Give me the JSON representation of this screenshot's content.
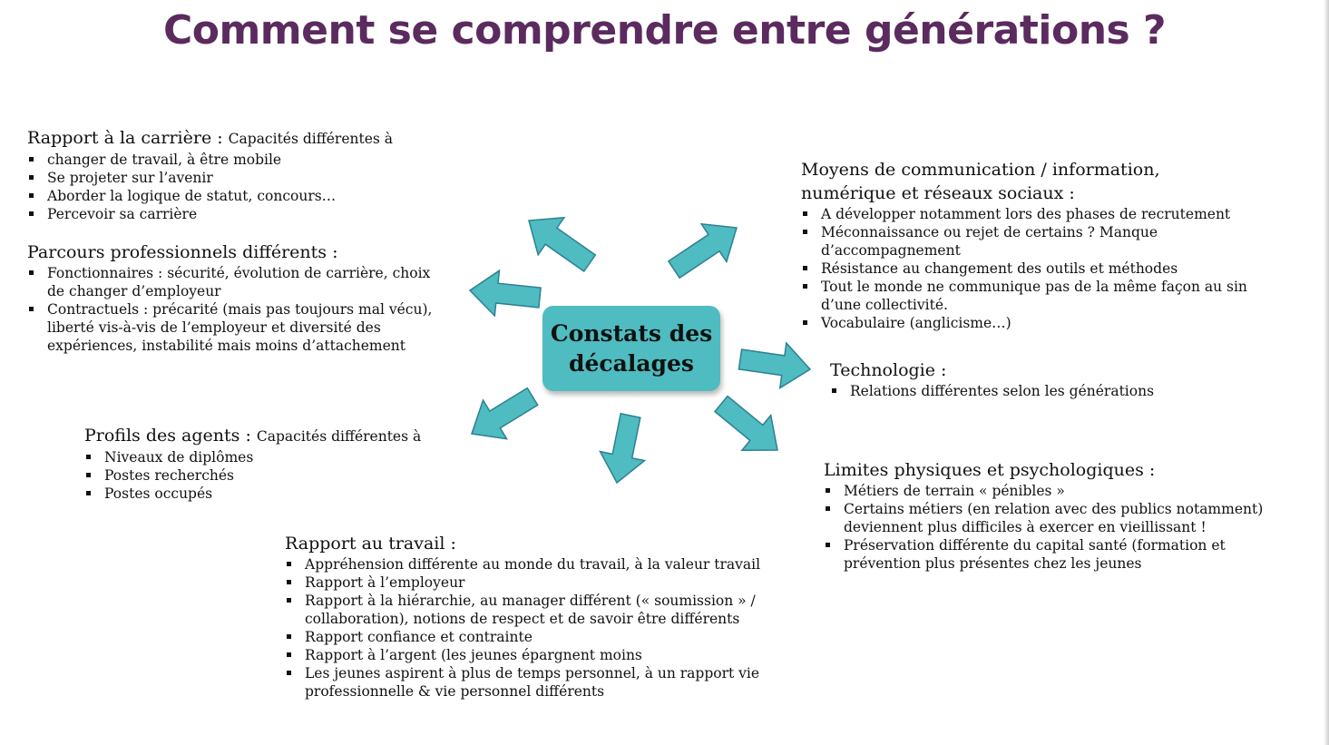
{
  "title": "Comment se comprendre entre générations ?",
  "center_label": "Constats des décalages",
  "colors": {
    "title": "#5b2a5e",
    "arrow_fill": "#4ebcc0",
    "arrow_stroke": "#2f7f92"
  },
  "blocks": {
    "carriere": {
      "heading": "Rapport à la carrière :",
      "subheading": "Capacités différentes à",
      "items": [
        "changer de travail, à être mobile",
        "Se projeter sur l’avenir",
        "Aborder la logique de statut, concours…",
        "Percevoir sa carrière"
      ]
    },
    "parcours": {
      "heading": "Parcours professionnels différents :",
      "items": [
        "Fonctionnaires : sécurité, évolution de carrière, choix de changer d’employeur",
        "Contractuels : précarité (mais pas toujours mal vécu), liberté vis-à-vis de l’employeur et diversité des expériences, instabilité mais moins d’attachement"
      ]
    },
    "profils": {
      "heading": "Profils des agents :",
      "subheading": "Capacités différentes à",
      "items": [
        "Niveaux de diplômes",
        "Postes recherchés",
        "Postes occupés"
      ]
    },
    "travail": {
      "heading": "Rapport au travail :",
      "items": [
        "Appréhension différente au monde du travail, à la valeur travail",
        "Rapport à l’employeur",
        "Rapport à la hiérarchie, au manager différent (« soumission » / collaboration), notions de respect et de savoir être différents",
        "Rapport confiance et contrainte",
        "Rapport à l’argent (les jeunes épargnent moins",
        "Les jeunes aspirent à plus de temps personnel, à un rapport vie professionnelle & vie personnel différents"
      ]
    },
    "communication": {
      "heading": "Moyens de communication / information, numérique et réseaux sociaux :",
      "items": [
        "A développer notamment lors des phases de recrutement",
        "Méconnaissance ou rejet de certains ? Manque d’accompagnement",
        "Résistance au changement des outils et méthodes",
        "Tout le monde ne communique pas de la même façon au sin d’une collectivité.",
        "Vocabulaire (anglicisme…)"
      ]
    },
    "technologie": {
      "heading": "Technologie :",
      "items": [
        "Relations différentes selon les générations"
      ]
    },
    "limites": {
      "heading": "Limites physiques et psychologiques :",
      "items": [
        "Métiers de terrain « pénibles »",
        "Certains métiers (en relation avec des publics notamment) deviennent plus difficiles à exercer en vieillissant !",
        "Préservation différente du capital santé (formation et prévention plus présentes chez les jeunes"
      ]
    }
  }
}
